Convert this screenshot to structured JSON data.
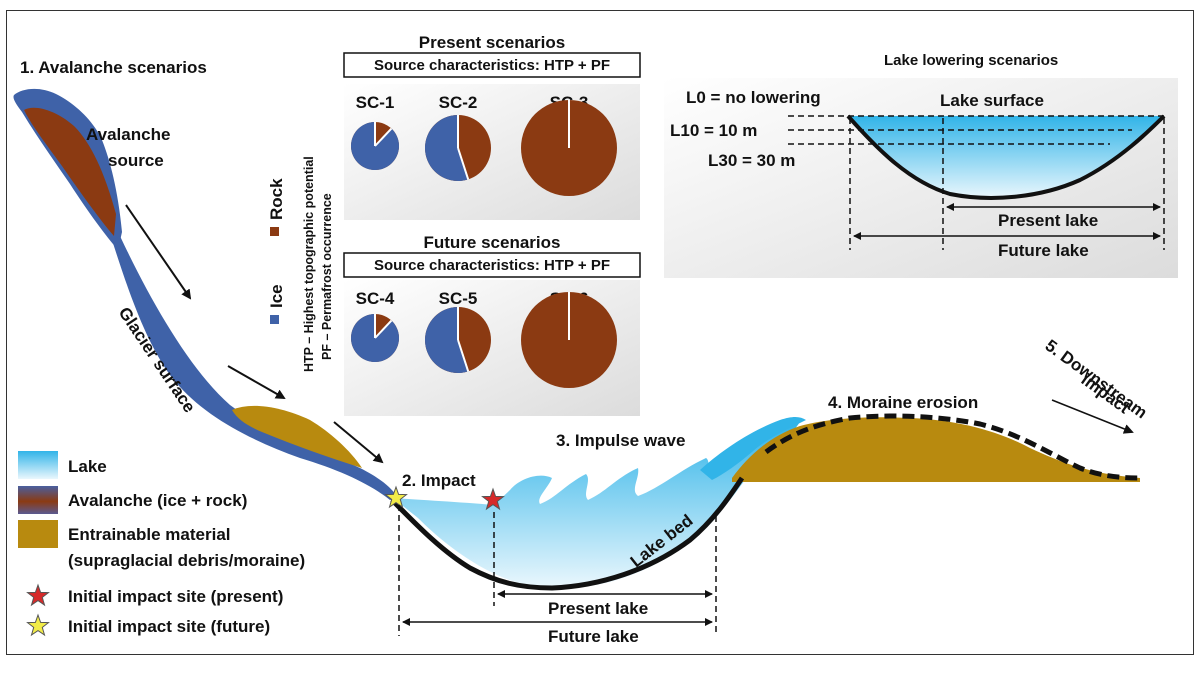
{
  "headings": {
    "avalanche": "1. Avalanche scenarios",
    "impact": "2. Impact",
    "wave": "3. Impulse wave",
    "moraine": "4. Moraine erosion",
    "downstream_l1": "5. Downstream",
    "downstream_l2": "impact"
  },
  "labels": {
    "source_l1": "Avalanche",
    "source_l2": "source",
    "glacier": "Glacier surface",
    "lake_bed": "Lake bed",
    "present_lake": "Present lake",
    "future_lake": "Future lake"
  },
  "present_panel": {
    "title": "Present scenarios",
    "box": "Source characteristics: HTP + PF",
    "scenarios": [
      {
        "id": "SC-1",
        "ice_fraction": 0.88
      },
      {
        "id": "SC-2",
        "ice_fraction": 0.55
      },
      {
        "id": "SC-3",
        "ice_fraction": 0.0
      }
    ]
  },
  "future_panel": {
    "title": "Future scenarios",
    "box": "Source characteristics: HTP + PF",
    "scenarios": [
      {
        "id": "SC-4",
        "ice_fraction": 0.88
      },
      {
        "id": "SC-5",
        "ice_fraction": 0.55
      },
      {
        "id": "SC-6",
        "ice_fraction": 0.0
      }
    ]
  },
  "pie_legend": {
    "rock": "Rock",
    "ice": "Ice",
    "htp": "HTP – Highest topographic potential",
    "pf": "PF – Permafrost occurrence"
  },
  "lowering_panel": {
    "title": "Lake lowering scenarios",
    "l0": "L0 = no lowering",
    "l10": "L10 = 10 m",
    "l30": "L30 = 30 m",
    "surface": "Lake surface",
    "present_lake": "Present lake",
    "future_lake": "Future lake"
  },
  "legend": {
    "lake": "Lake",
    "avalanche": "Avalanche (ice + rock)",
    "entrainable_l1": "Entrainable material",
    "entrainable_l2": "(supraglacial debris/moraine)",
    "impact_present": "Initial impact site (present)",
    "impact_future": "Initial impact site (future)"
  },
  "colors": {
    "ice": "#3f62a8",
    "rock": "#8b3a12",
    "moraine": "#b88a0f",
    "lake_top": "#31b4e8",
    "lake_bottom": "#e8f6fd",
    "star_present": "#d62a2a",
    "star_future": "#f2ec48"
  }
}
